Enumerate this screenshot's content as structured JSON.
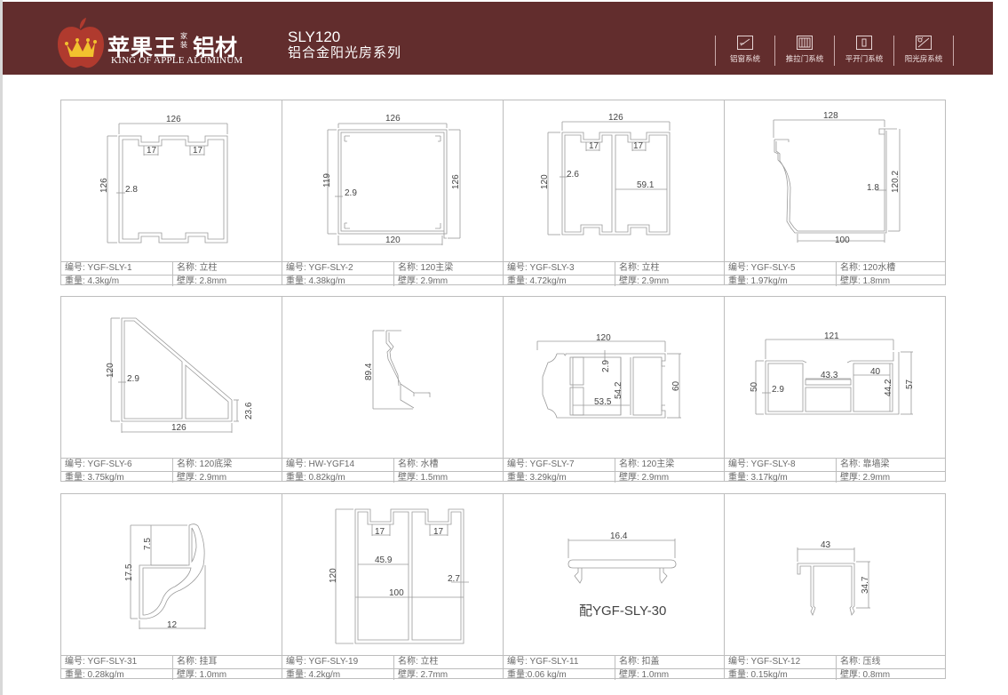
{
  "header": {
    "brand_cn": "苹果王",
    "brand_small": "家装",
    "brand_cn2": "铝材",
    "brand_en": "KING OF APPLE ALUMINUM",
    "series_code": "SLY120",
    "series_name": "铝合金阳光房系列",
    "colors": {
      "header_bg": "#622d2d",
      "apple_red": "#b03a2e",
      "crown_yellow": "#f2c12e"
    },
    "nav": [
      {
        "label": "铝窗系统",
        "icon": "window-icon"
      },
      {
        "label": "推拉门系统",
        "icon": "sliding-door-icon"
      },
      {
        "label": "平开门系统",
        "icon": "casement-door-icon"
      },
      {
        "label": "阳光房系统",
        "icon": "sunroom-icon"
      }
    ]
  },
  "labels": {
    "code": "编号: ",
    "name": "名称: ",
    "weight": "重量: ",
    "thickness": "壁厚: "
  },
  "profiles": [
    {
      "code": "编号: YGF-SLY-1",
      "name": "名称: 立柱",
      "weight": "重量: 4.3kg/m",
      "thickness": "壁厚: 2.8mm",
      "dims": [
        "126",
        "126",
        "17",
        "17",
        "2.8"
      ]
    },
    {
      "code": "编号: YGF-SLY-2",
      "name": "名称: 120主梁",
      "weight": "重量: 4.38kg/m",
      "thickness": "壁厚: 2.9mm",
      "dims": [
        "126",
        "119",
        "126",
        "2.9",
        "120"
      ]
    },
    {
      "code": "编号: YGF-SLY-3",
      "name": "名称: 立柱",
      "weight": "重量: 4.72kg/m",
      "thickness": "壁厚: 2.9mm",
      "dims": [
        "126",
        "120",
        "17",
        "17",
        "2.6",
        "59.1"
      ]
    },
    {
      "code": "编号: YGF-SLY-5",
      "name": "名称: 120水槽",
      "weight": "重量: 1.97kg/m",
      "thickness": "壁厚: 1.8mm",
      "dims": [
        "128",
        "120.2",
        "1.8",
        "100"
      ]
    },
    {
      "code": "编号: YGF-SLY-6",
      "name": "名称: 120底梁",
      "weight": "重量: 3.75kg/m",
      "thickness": "壁厚: 2.9mm",
      "dims": [
        "120",
        "2.9",
        "23.6",
        "126"
      ]
    },
    {
      "code": "编号: HW-YGF14",
      "name": "名称: 水槽",
      "weight": "重量: 0.82kg/m",
      "thickness": "壁厚: 1.5mm",
      "dims": [
        "89.4"
      ]
    },
    {
      "code": "编号: YGF-SLY-7",
      "name": "名称: 120主梁",
      "weight": "重量: 3.29kg/m",
      "thickness": "壁厚: 2.9mm",
      "dims": [
        "120",
        "2.9",
        "54.2",
        "60",
        "53.5"
      ]
    },
    {
      "code": "编号: YGF-SLY-8",
      "name": "名称: 靠墙梁",
      "weight": "重量: 3.17kg/m",
      "thickness": "壁厚: 2.9mm",
      "dims": [
        "121",
        "50",
        "2.9",
        "43.3",
        "40",
        "44.2",
        "57"
      ]
    },
    {
      "code": "编号: YGF-SLY-31",
      "name": "名称: 挂耳",
      "weight": "重量: 0.28kg/m",
      "thickness": "壁厚: 1.0mm",
      "dims": [
        "7.5",
        "17.5",
        "12"
      ]
    },
    {
      "code": "编号: YGF-SLY-19",
      "name": "名称: 立柱",
      "weight": "重量: 4.2kg/m",
      "thickness": "壁厚: 2.7mm",
      "dims": [
        "120",
        "17",
        "17",
        "45.9",
        "2.7",
        "100"
      ]
    },
    {
      "code": "编号: YGF-SLY-11",
      "name": "名称: 扣盖",
      "weight": "重量:0.06 kg/m",
      "thickness": "壁厚: 1.0mm",
      "dims": [
        "16.4"
      ],
      "note": "配YGF-SLY-30"
    },
    {
      "code": "编号: YGF-SLY-12",
      "name": "名称: 压线",
      "weight": "重量: 0.15kg/m",
      "thickness": "壁厚: 0.8mm",
      "dims": [
        "43",
        "34.7"
      ]
    }
  ]
}
